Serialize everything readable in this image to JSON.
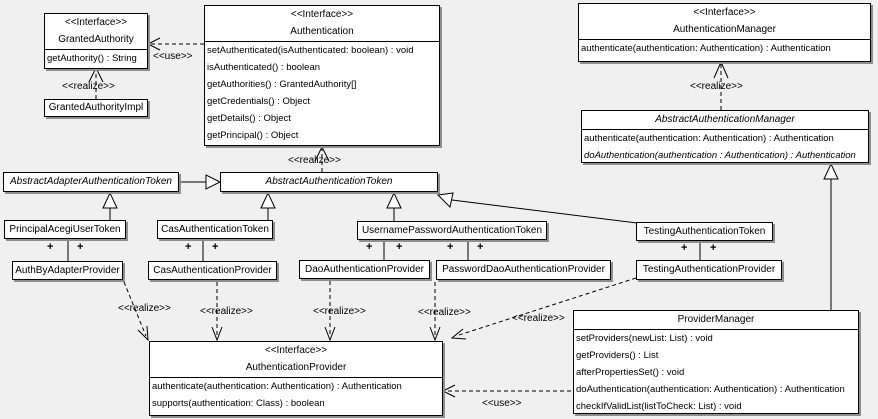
{
  "labels": {
    "use": "<<use>>",
    "realize": "<<realize>>",
    "plus": "+"
  },
  "classes": {
    "granted_authority": {
      "stereotype": "<<Interface>>",
      "name": "GrantedAuthority",
      "methods": [
        "getAuthority() : String"
      ]
    },
    "granted_authority_impl": {
      "name": "GrantedAuthorityImpl"
    },
    "authentication": {
      "stereotype": "<<Interface>>",
      "name": "Authentication",
      "methods": [
        "setAuthenticated(isAuthenticated: boolean) : void",
        "isAuthenticated() : boolean",
        "getAuthorities() : GrantedAuthority[]",
        "getCredentials() : Object",
        "getDetails() : Object",
        "getPrincipal() : Object"
      ]
    },
    "authentication_manager": {
      "stereotype": "<<Interface>>",
      "name": "AuthenticationManager",
      "methods": [
        "authenticate(authentication: Authentication) : Authentication"
      ]
    },
    "abstract_authentication_manager": {
      "name": "AbstractAuthenticationManager",
      "methods": [
        "authenticate(authentication: Authentication) : Authentication",
        "doAuthentication(authentication : Authentication) : Authentication"
      ]
    },
    "abstract_adapter_authentication_token": {
      "name": "AbstractAdapterAuthenticationToken"
    },
    "abstract_authentication_token": {
      "name": "AbstractAuthenticationToken"
    },
    "principal_acegi_user_token": {
      "name": "PrincipalAcegiUserToken"
    },
    "cas_authentication_token": {
      "name": "CasAuthenticationToken"
    },
    "username_password_authentication_token": {
      "name": "UsernamePasswordAuthenticationToken"
    },
    "testing_authentication_token": {
      "name": "TestingAuthenticationToken"
    },
    "auth_by_adapter_provider": {
      "name": "AuthByAdapterProvider"
    },
    "cas_authentication_provider": {
      "name": "CasAuthenticationProvider"
    },
    "dao_authentication_provider": {
      "name": "DaoAuthenticationProvider"
    },
    "password_dao_authentication_provider": {
      "name": "PasswordDaoAuthenticationProvider"
    },
    "testing_authentication_provider": {
      "name": "TestingAuthenticationProvider"
    },
    "authentication_provider": {
      "stereotype": "<<Interface>>",
      "name": "AuthenticationProvider",
      "methods": [
        "authenticate(authentication: Authentication) : Authentication",
        "supports(authentication: Class) : boolean"
      ]
    },
    "provider_manager": {
      "name": "ProviderManager",
      "methods": [
        "setProviders(newList: List) : void",
        "getProviders() : List",
        "afterPropertiesSet() : void",
        "doAuthentication(authentication: Authentication) : Authentication",
        "checkIfValidList(listToCheck: List) : void"
      ]
    }
  },
  "relationships": [
    {
      "from": "GrantedAuthorityImpl",
      "to": "GrantedAuthority",
      "type": "realize"
    },
    {
      "from": "Authentication",
      "to": "GrantedAuthority",
      "type": "use"
    },
    {
      "from": "AbstractAuthenticationToken",
      "to": "Authentication",
      "type": "realize"
    },
    {
      "from": "AbstractAuthenticationManager",
      "to": "AuthenticationManager",
      "type": "realize"
    },
    {
      "from": "AbstractAdapterAuthenticationToken",
      "to": "AbstractAuthenticationToken",
      "type": "generalization"
    },
    {
      "from": "PrincipalAcegiUserToken",
      "to": "AbstractAdapterAuthenticationToken",
      "type": "generalization"
    },
    {
      "from": "CasAuthenticationToken",
      "to": "AbstractAuthenticationToken",
      "type": "generalization"
    },
    {
      "from": "UsernamePasswordAuthenticationToken",
      "to": "AbstractAuthenticationToken",
      "type": "generalization"
    },
    {
      "from": "TestingAuthenticationToken",
      "to": "AbstractAuthenticationToken",
      "type": "generalization"
    },
    {
      "from": "PrincipalAcegiUserToken",
      "to": "AuthByAdapterProvider",
      "type": "association"
    },
    {
      "from": "CasAuthenticationToken",
      "to": "CasAuthenticationProvider",
      "type": "association"
    },
    {
      "from": "UsernamePasswordAuthenticationToken",
      "to": "DaoAuthenticationProvider",
      "type": "association"
    },
    {
      "from": "UsernamePasswordAuthenticationToken",
      "to": "PasswordDaoAuthenticationProvider",
      "type": "association"
    },
    {
      "from": "TestingAuthenticationToken",
      "to": "TestingAuthenticationProvider",
      "type": "association"
    },
    {
      "from": "AuthByAdapterProvider",
      "to": "AuthenticationProvider",
      "type": "realize"
    },
    {
      "from": "CasAuthenticationProvider",
      "to": "AuthenticationProvider",
      "type": "realize"
    },
    {
      "from": "DaoAuthenticationProvider",
      "to": "AuthenticationProvider",
      "type": "realize"
    },
    {
      "from": "PasswordDaoAuthenticationProvider",
      "to": "AuthenticationProvider",
      "type": "realize"
    },
    {
      "from": "TestingAuthenticationProvider",
      "to": "AuthenticationProvider",
      "type": "realize"
    },
    {
      "from": "ProviderManager",
      "to": "AbstractAuthenticationManager",
      "type": "generalization"
    },
    {
      "from": "ProviderManager",
      "to": "AuthenticationProvider",
      "type": "use"
    }
  ],
  "colors": {
    "background": "#f0f0f0",
    "box_fill": "#ffffff",
    "box_border": "#000000",
    "box_shadow": "#8f8f8f",
    "text": "#000000"
  }
}
